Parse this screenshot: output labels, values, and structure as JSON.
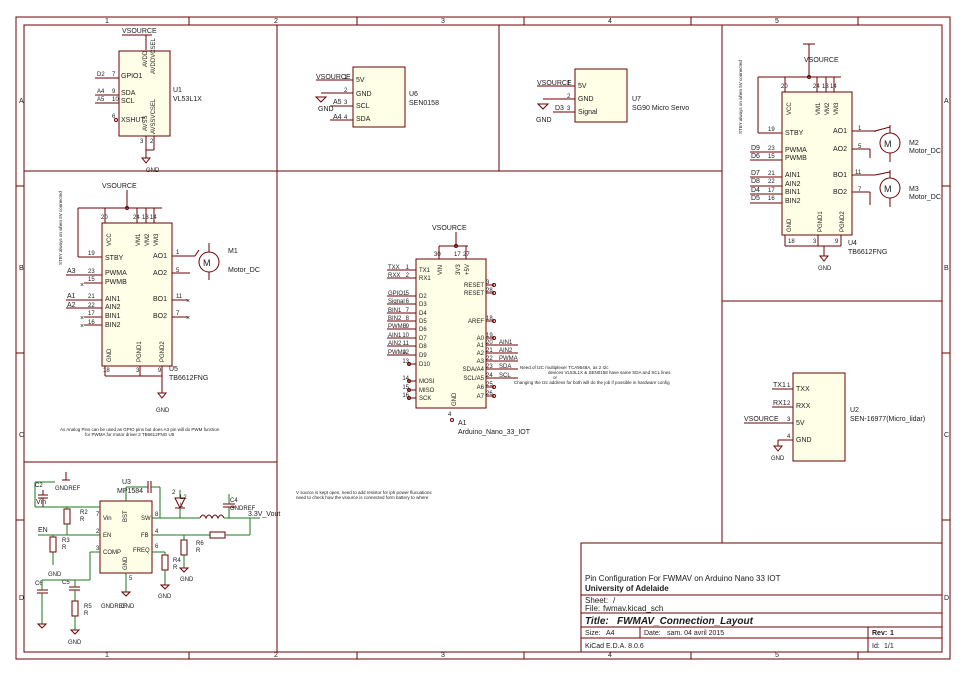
{
  "border": {
    "cols": [
      "1",
      "2",
      "3",
      "4",
      "5"
    ],
    "rows": [
      "A",
      "B",
      "C",
      "D"
    ]
  },
  "u1": {
    "ref": "U1",
    "value": "VL53L1X",
    "net_top": "VSOURCE",
    "gnd": "GND",
    "pins": [
      {
        "net": "D2",
        "num": "7",
        "name": "GPIO1"
      },
      {
        "net": "A4",
        "num": "9",
        "name": "SDA"
      },
      {
        "net": "A5",
        "num": "10",
        "name": "SCL"
      },
      {
        "num": "6",
        "name": "XSHUT"
      }
    ],
    "top_pins": [
      "AVDD",
      "AVDDVCSEL"
    ],
    "top_nums": [
      "11",
      "1"
    ],
    "bot_pins": [
      "AVSS",
      "AVSSVCSEL"
    ],
    "bot_nums": [
      "3",
      "2"
    ]
  },
  "u6": {
    "ref": "U6",
    "value": "SEN0158",
    "pins": [
      {
        "net": "VSOURCE",
        "num": "1",
        "name": "5V"
      },
      {
        "net": "GND",
        "num": "2",
        "name": "GND"
      },
      {
        "net": "A5",
        "num": "3",
        "name": "SCL"
      },
      {
        "net": "A4",
        "num": "4",
        "name": "SDA"
      }
    ]
  },
  "u7": {
    "ref": "U7",
    "value": "SG90 Micro Servo",
    "pins": [
      {
        "net": "VSOURCE",
        "num": "1",
        "name": "5V"
      },
      {
        "net": "GND",
        "num": "2",
        "name": "GND"
      },
      {
        "net": "D3",
        "num": "3",
        "name": "Signal"
      }
    ]
  },
  "u4": {
    "ref": "U4",
    "value": "TB6612FNG",
    "net_top": "VSOURCE",
    "gnd": "GND",
    "stby_note": "STBY always on when 5V connected",
    "top": [
      "VCC",
      "VM1",
      "VM2",
      "VM3"
    ],
    "top_nums": [
      "20",
      "24",
      "13",
      "14"
    ],
    "left": [
      {
        "num": "19",
        "name": "STBY"
      },
      {
        "net": "D9",
        "num": "23",
        "name": "PWMA"
      },
      {
        "net": "D6",
        "num": "15",
        "name": "PWMB"
      },
      {
        "net": "D7",
        "num": "21",
        "name": "AIN1"
      },
      {
        "net": "D8",
        "num": "22",
        "name": "AIN2"
      },
      {
        "net": "D4",
        "num": "17",
        "name": "BIN1"
      },
      {
        "net": "D5",
        "num": "16",
        "name": "BIN2"
      }
    ],
    "right": [
      {
        "num": "1",
        "name": "AO1"
      },
      {
        "num": "5",
        "name": "AO2"
      },
      {
        "num": "11",
        "name": "BO1"
      },
      {
        "num": "7",
        "name": "BO2"
      }
    ],
    "bottom": [
      "GND",
      "PGND1",
      "PGND2"
    ],
    "bot_nums": [
      "18",
      "3",
      "9"
    ],
    "m2": {
      "ref": "M2",
      "value": "Motor_DC"
    },
    "m3": {
      "ref": "M3",
      "value": "Motor_DC"
    }
  },
  "u5": {
    "ref": "U5",
    "value": "TB6612FNG",
    "net_top": "VSOURCE",
    "gnd": "GND",
    "stby_note": "STBY always on when 5V connected",
    "top": [
      "VCC",
      "VM1",
      "VM2",
      "VM3"
    ],
    "top_nums": [
      "20",
      "24",
      "13",
      "14"
    ],
    "left": [
      {
        "num": "19",
        "name": "STBY"
      },
      {
        "net": "A3",
        "num": "23",
        "name": "PWMA"
      },
      {
        "num": "15",
        "name": "PWMB"
      },
      {
        "net": "A1",
        "num": "21",
        "name": "AIN1"
      },
      {
        "net": "A2",
        "num": "22",
        "name": "AIN2"
      },
      {
        "num": "17",
        "name": "BIN1"
      },
      {
        "num": "16",
        "name": "BIN2"
      }
    ],
    "right": [
      {
        "num": "1",
        "name": "AO1"
      },
      {
        "num": "5",
        "name": "AO2"
      },
      {
        "num": "11",
        "name": "BO1"
      },
      {
        "num": "7",
        "name": "BO2"
      }
    ],
    "bottom": [
      "GND",
      "PGND1",
      "PGND2"
    ],
    "bot_nums": [
      "18",
      "3",
      "9"
    ],
    "m1": {
      "ref": "M1",
      "value": "Motor_DC"
    },
    "note": "As Analog Pins can be used as GPIO pins but does A3 pin will do PWM function for PWMA for motor driver 2 TB6612FNG U5"
  },
  "a1": {
    "ref": "A1",
    "value": "Arduino_Nano_33_IOT",
    "net_top": "VSOURCE",
    "top": [
      "VIN",
      "3V3",
      "+5V"
    ],
    "top_nums": [
      "30",
      "17",
      "27"
    ],
    "left": [
      {
        "net": "TXX",
        "num": "1",
        "name": "TX1"
      },
      {
        "net": "RXX",
        "num": "2",
        "name": "RX1"
      },
      {
        "net": "GPIO1",
        "num": "5",
        "name": "D2"
      },
      {
        "net": "Signal",
        "num": "6",
        "name": "D3"
      },
      {
        "net": "BIN1",
        "num": "7",
        "name": "D4"
      },
      {
        "net": "BIN2",
        "num": "8",
        "name": "D5"
      },
      {
        "net": "PWMB",
        "num": "9",
        "name": "D6"
      },
      {
        "net": "AIN1",
        "num": "10",
        "name": "D7"
      },
      {
        "net": "AIN2",
        "num": "11",
        "name": "D8"
      },
      {
        "net": "PWMA",
        "num": "12",
        "name": "D9"
      },
      {
        "num": "13",
        "name": "D10"
      },
      {
        "num": "14",
        "name": "MOSI"
      },
      {
        "num": "15",
        "name": "MISO"
      },
      {
        "num": "16",
        "name": "SCK"
      }
    ],
    "right": [
      {
        "num": "3",
        "name": "RESET"
      },
      {
        "num": "28",
        "name": "RESET"
      },
      {
        "num": "18",
        "name": "AREF"
      },
      {
        "num": "19",
        "name": "A0"
      },
      {
        "net": "AIN1",
        "num": "20",
        "name": "A1"
      },
      {
        "net": "AIN2",
        "num": "21",
        "name": "A2"
      },
      {
        "net": "PWMA",
        "num": "22",
        "name": "A3"
      },
      {
        "net": "SDA",
        "num": "23",
        "name": "SDA/A4"
      },
      {
        "net": "SCL",
        "num": "24",
        "name": "SCL/A5"
      },
      {
        "num": "25",
        "name": "A6"
      },
      {
        "num": "26",
        "name": "A7"
      }
    ],
    "bot_num": "4",
    "bot_name": "GND",
    "note1": "Need of I2C multiplexer TCA9548A, as 2 I2c devices VL53L1X & SEN0158 have same SDA and SCL lines.",
    "note_or": "or",
    "note2": "Changing the I2c address for both will do the job if possible in hardware config"
  },
  "u2": {
    "ref": "U2",
    "value": "SEN-16977(Micro_lidar)",
    "pins": [
      {
        "net": "TX1",
        "num": "1",
        "name": "TXX"
      },
      {
        "net": "RX1",
        "num": "2",
        "name": "RXX"
      },
      {
        "net": "VSOURCE",
        "num": "3",
        "name": "5V"
      },
      {
        "net": "GND",
        "num": "4",
        "name": "GND"
      }
    ]
  },
  "u3": {
    "ref": "U3",
    "value": "MP1584",
    "parts": [
      "C2",
      "GNDREF",
      "Vin",
      "R2",
      "R",
      "EN",
      "R3",
      "R",
      "C6",
      "C5",
      "R5",
      "R",
      "GND",
      "GND",
      "GNDREF",
      "GND",
      "L2",
      "L",
      "C4",
      "GNDREF",
      "3.3V_Vout",
      "R6",
      "R",
      "R4",
      "R",
      "GND",
      "GND",
      "GND"
    ],
    "pins": [
      "Vin",
      "EN",
      "COMP",
      "BST",
      "SW",
      "FB",
      "FREQ",
      "GND"
    ],
    "nums": [
      "7",
      "2",
      "3",
      "1",
      "8",
      "4",
      "6",
      "5"
    ]
  },
  "vnote": "V source is kept open, need to add resistor for iph power flucuations need to check how the vsource is connected form battery to where",
  "title": {
    "desc": "Pin Configuration For FWMAV on Arduino Nano 33 IOT",
    "org": "University of Adelaide",
    "sheet_label": "Sheet:",
    "sheet": "/",
    "file_label": "File:",
    "file": "fwmav.kicad_sch",
    "title_label": "Title:",
    "title": "FWMAV_Connection_Layout",
    "size_label": "Size:",
    "size": "A4",
    "date_label": "Date:",
    "date": "sam. 04 avril 2015",
    "rev_label": "Rev:",
    "rev": "1",
    "tool": "KiCad E.D.A. 8.0.6",
    "id_label": "Id:",
    "id": "1/1"
  }
}
